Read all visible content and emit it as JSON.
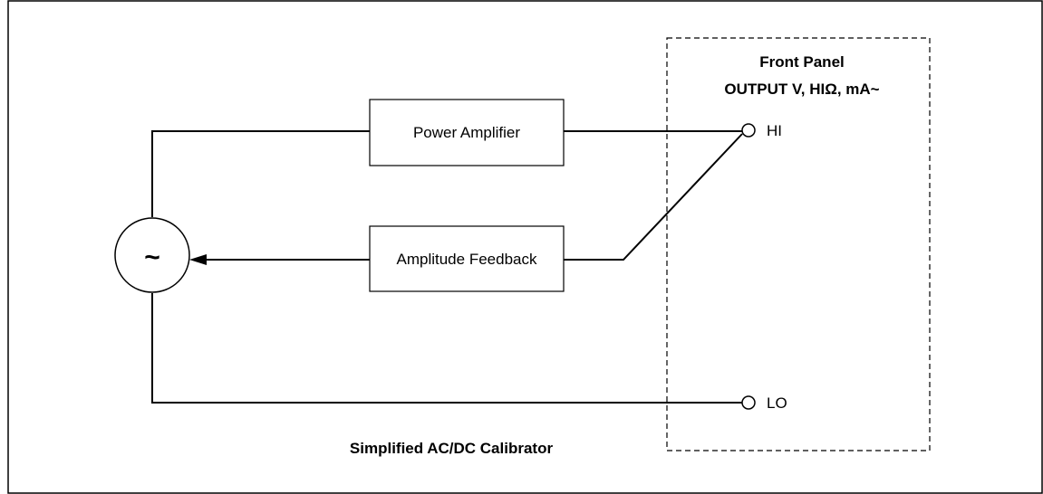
{
  "diagram": {
    "source_symbol": "~",
    "blocks": {
      "power_amplifier": "Power Amplifier",
      "amplitude_feedback": "Amplitude Feedback"
    },
    "front_panel": {
      "title_line1": "Front Panel",
      "title_line2": "OUTPUT V, HIΩ, mA~",
      "terminals": {
        "hi": "HI",
        "lo": "LO"
      }
    },
    "caption": "Simplified AC/DC Calibrator"
  }
}
